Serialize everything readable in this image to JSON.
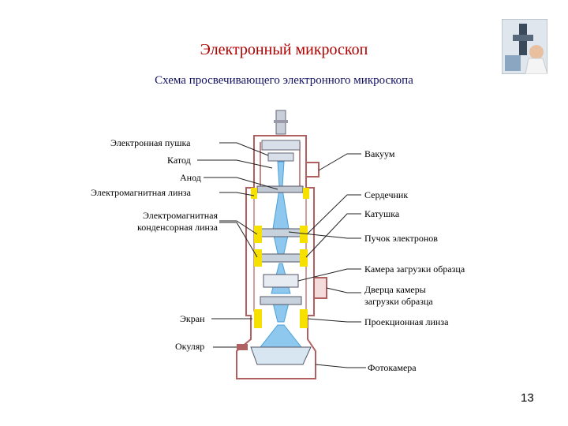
{
  "title": "Электронный микроскоп",
  "subtitle": "Схема просвечивающего электронного микроскопа",
  "labels_left": {
    "gun": "Электронная пушка",
    "cathode": "Катод",
    "anode": "Анод",
    "em_lens": "Электромагнитная линза",
    "condenser_line1": "Электромагнитная",
    "condenser_line2": "конденсорная линза",
    "screen": "Экран",
    "eyepiece": "Окуляр"
  },
  "labels_right": {
    "vacuum": "Вакуум",
    "core": "Сердечник",
    "coil": "Катушка",
    "beam": "Пучок электронов",
    "chamber": "Камера загрузки образца",
    "door_line1": "Дверца камеры",
    "door_line2": "загрузки образца",
    "projection": "Проекционная линза",
    "camera": "Фотокамера"
  },
  "page_number": "13",
  "colors": {
    "title": "#b00000",
    "subtitle": "#101060",
    "body_outline": "#b06060",
    "beam": "#4aa0d8",
    "coil": "#f5e000"
  }
}
